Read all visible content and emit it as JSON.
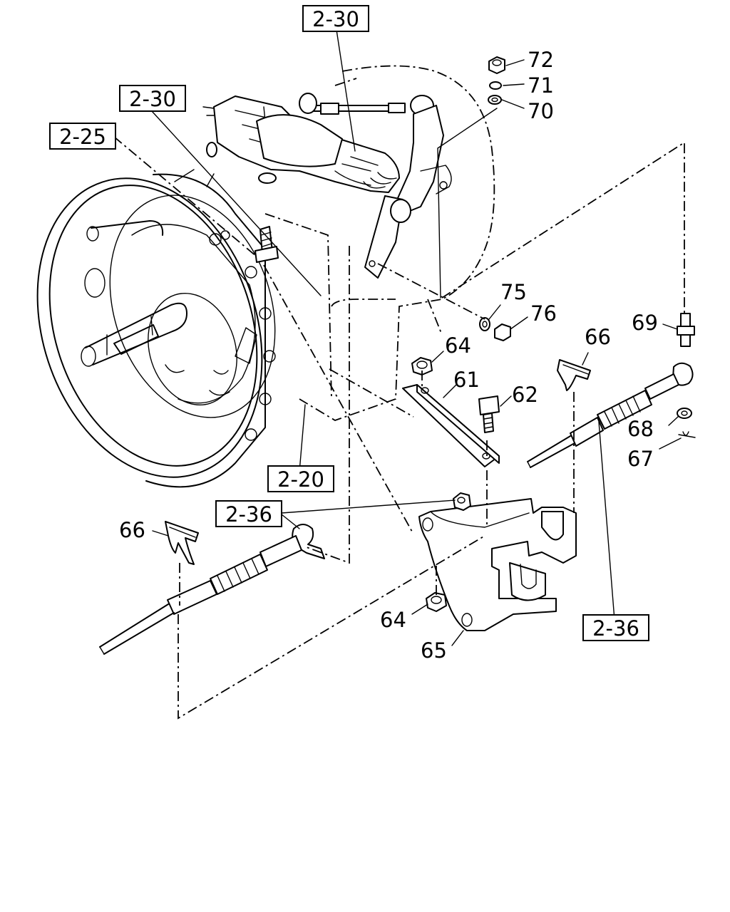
{
  "diagram": {
    "reference_labels": {
      "ref_2_30_top": "2-30",
      "ref_2_30_left": "2-30",
      "ref_2_25": "2-25",
      "ref_2_20": "2-20",
      "ref_2_36_left": "2-36",
      "ref_2_36_right": "2-36"
    },
    "part_numbers": {
      "p72": "72",
      "p71": "71",
      "p70": "70",
      "p75": "75",
      "p76": "76",
      "p69": "69",
      "p64_top": "64",
      "p66_right": "66",
      "p61": "61",
      "p62": "62",
      "p68": "68",
      "p67": "67",
      "p66_left": "66",
      "p64_bottom": "64",
      "p65": "65"
    }
  }
}
